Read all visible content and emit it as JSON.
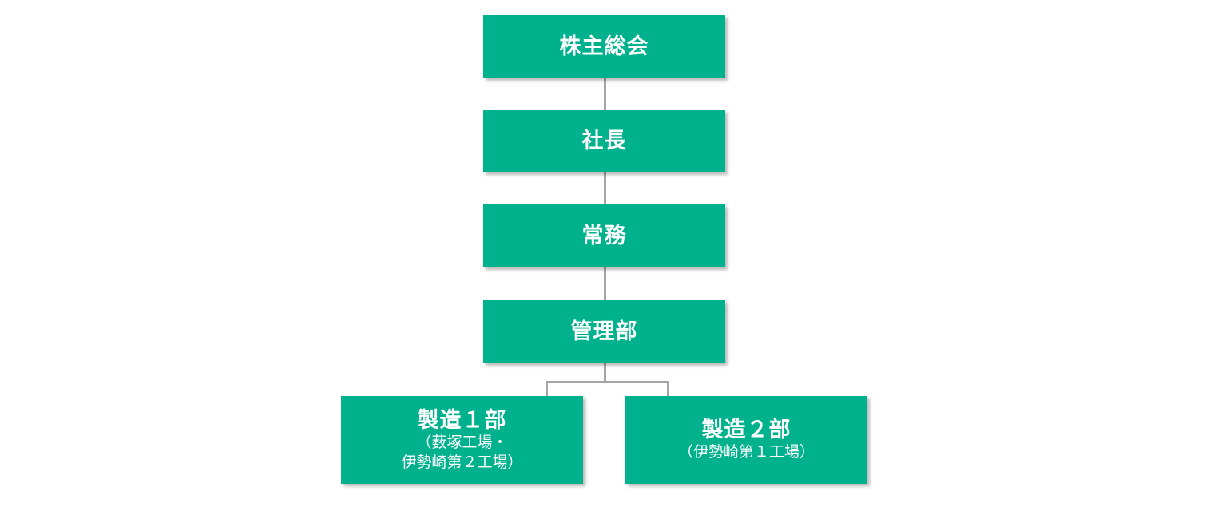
{
  "org_chart": {
    "colors": {
      "box_fill": "#00B18D",
      "box_text": "#FFFFFF",
      "connector": "#A5A5A5"
    },
    "nodes": [
      {
        "id": "shareholders",
        "title": "株主総会"
      },
      {
        "id": "president",
        "title": "社長"
      },
      {
        "id": "managing-director",
        "title": "常務"
      },
      {
        "id": "admin-dept",
        "title": "管理部"
      },
      {
        "id": "manufacturing-1",
        "title": "製造１部",
        "sub_line1": "（薮塚工場・",
        "sub_line2": "伊勢崎第２工場）"
      },
      {
        "id": "manufacturing-2",
        "title": "製造２部",
        "sub_line1": "（伊勢崎第１工場）"
      }
    ],
    "edges": [
      {
        "from": "shareholders",
        "to": "president"
      },
      {
        "from": "president",
        "to": "managing-director"
      },
      {
        "from": "managing-director",
        "to": "admin-dept"
      },
      {
        "from": "admin-dept",
        "to": "manufacturing-1"
      },
      {
        "from": "admin-dept",
        "to": "manufacturing-2"
      }
    ]
  }
}
